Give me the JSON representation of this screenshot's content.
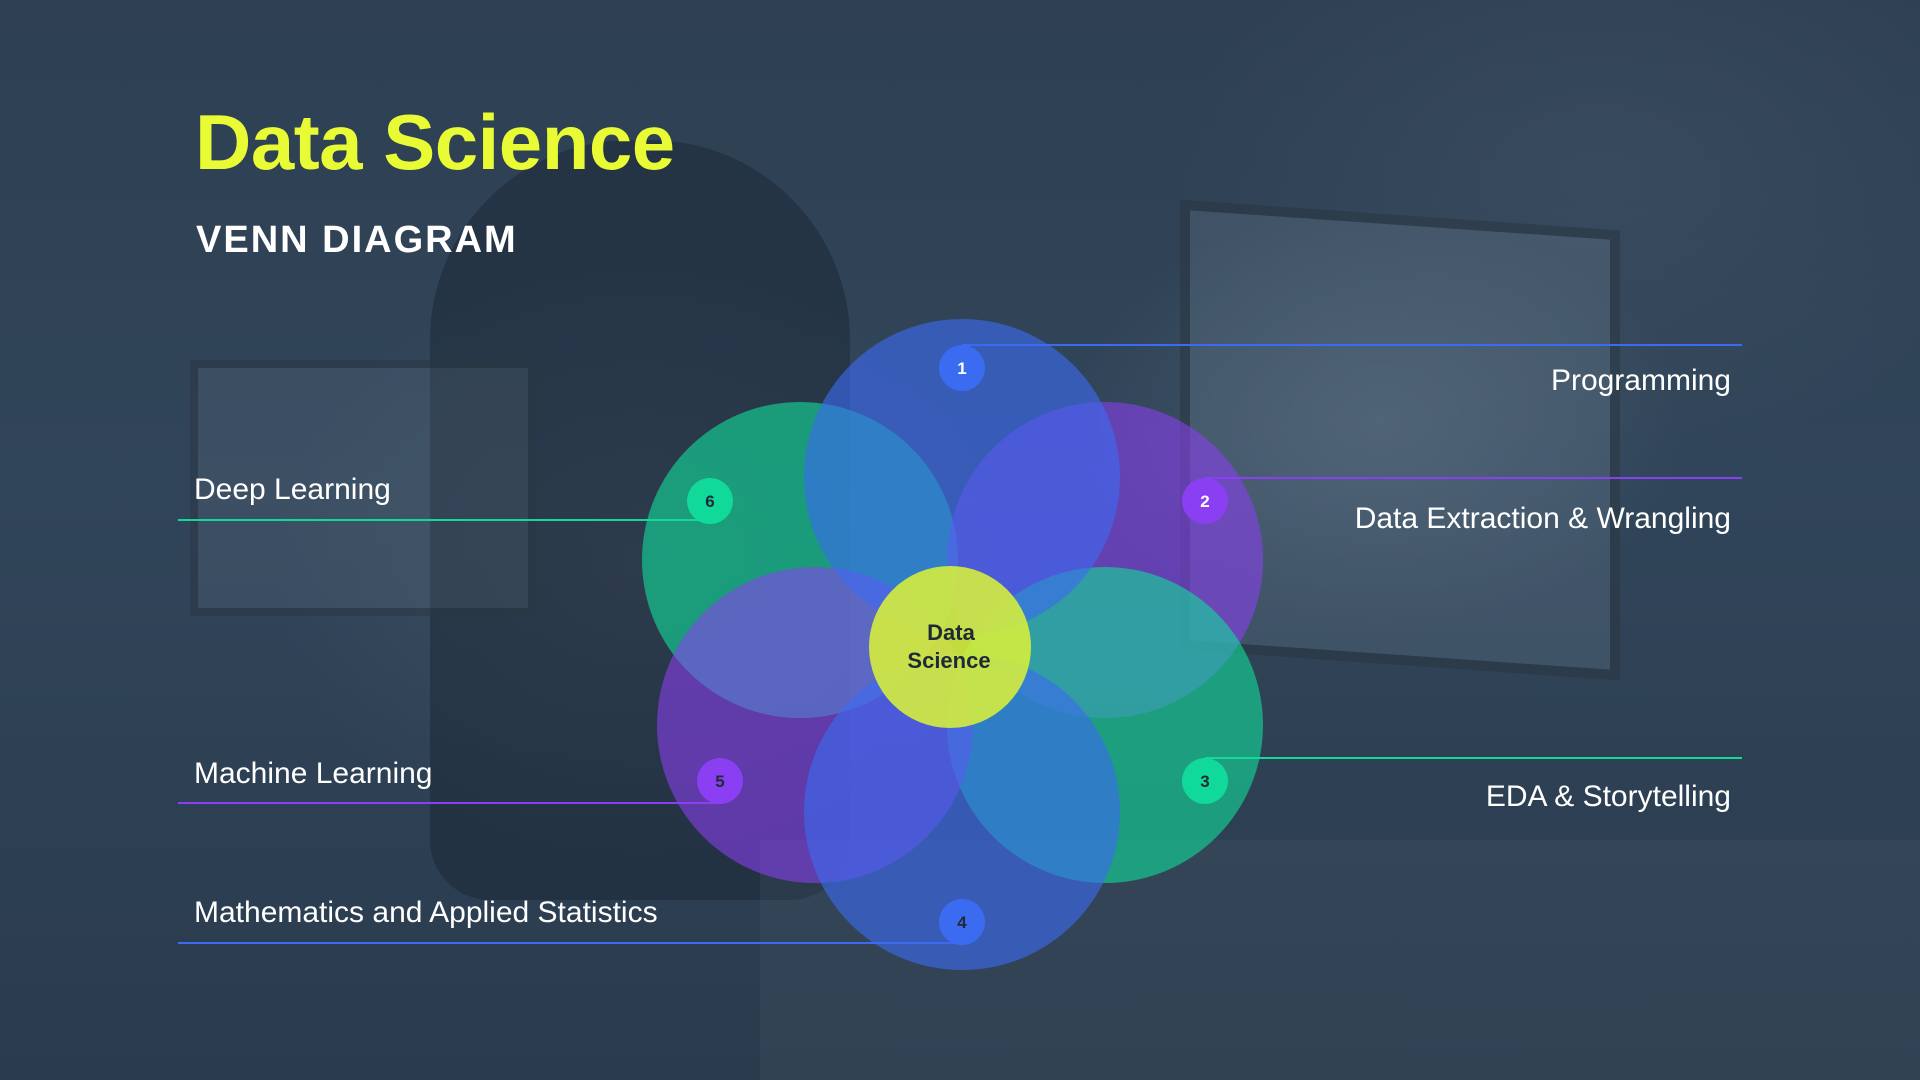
{
  "title": "Data Science",
  "subtitle": "VENN DIAGRAM",
  "center_label": [
    "Data",
    "Science"
  ],
  "items": [
    {
      "number": "1",
      "label": "Programming",
      "color": "#3b6bf0"
    },
    {
      "number": "2",
      "label": "Data Extraction & Wrangling",
      "color": "#8a3ff2"
    },
    {
      "number": "3",
      "label": "EDA & Storytelling",
      "color": "#11d99a"
    },
    {
      "number": "4",
      "label": "Mathematics and Applied Statistics",
      "color": "#3b6bf0"
    },
    {
      "number": "5",
      "label": "Machine Learning",
      "color": "#8a3ff2"
    },
    {
      "number": "6",
      "label": "Deep Learning",
      "color": "#11d99a"
    }
  ],
  "colors": {
    "title": "#e9fb35",
    "center": "#d8f03a",
    "blue": "#3b6bf0",
    "purple": "#8a3ff2",
    "green": "#11d99a"
  }
}
